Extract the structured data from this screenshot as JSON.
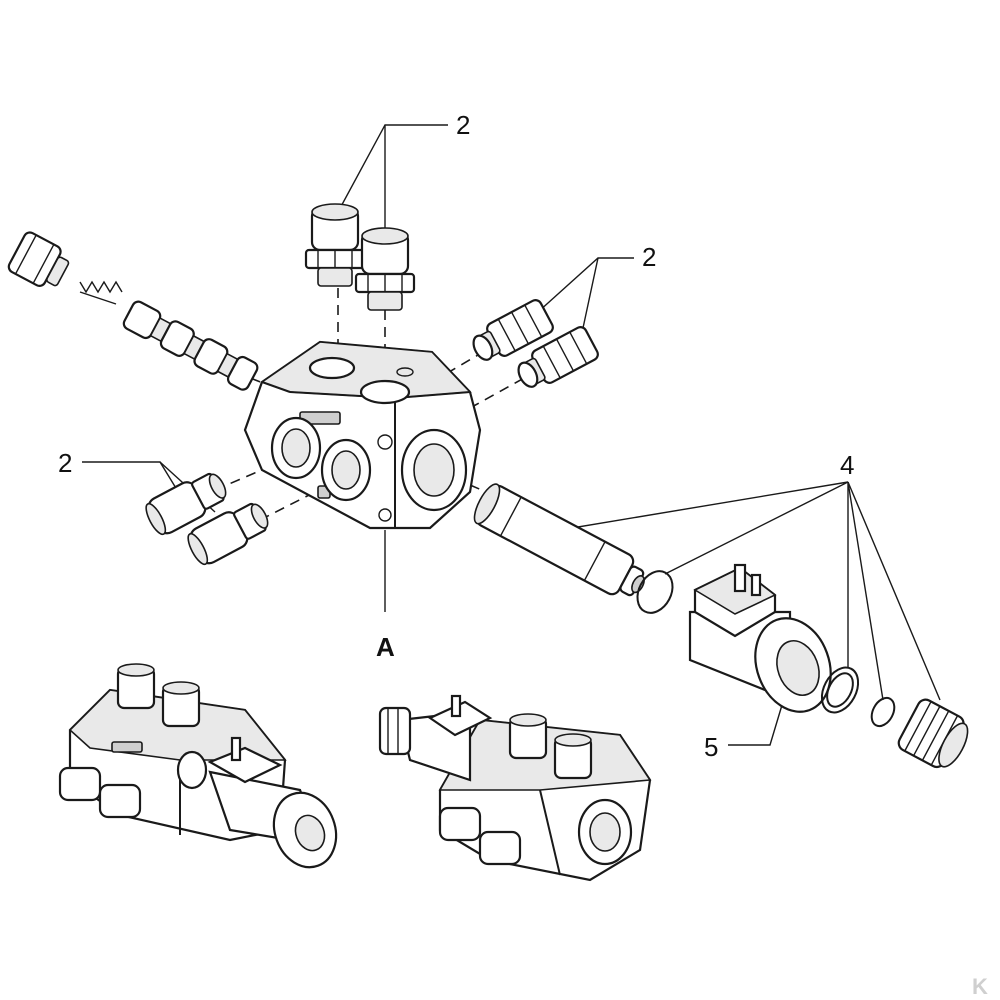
{
  "labels": {
    "top_2": "2",
    "right_2": "2",
    "left_2": "2",
    "part_4": "4",
    "part_5": "5",
    "part_a": "A"
  },
  "watermark": "K"
}
